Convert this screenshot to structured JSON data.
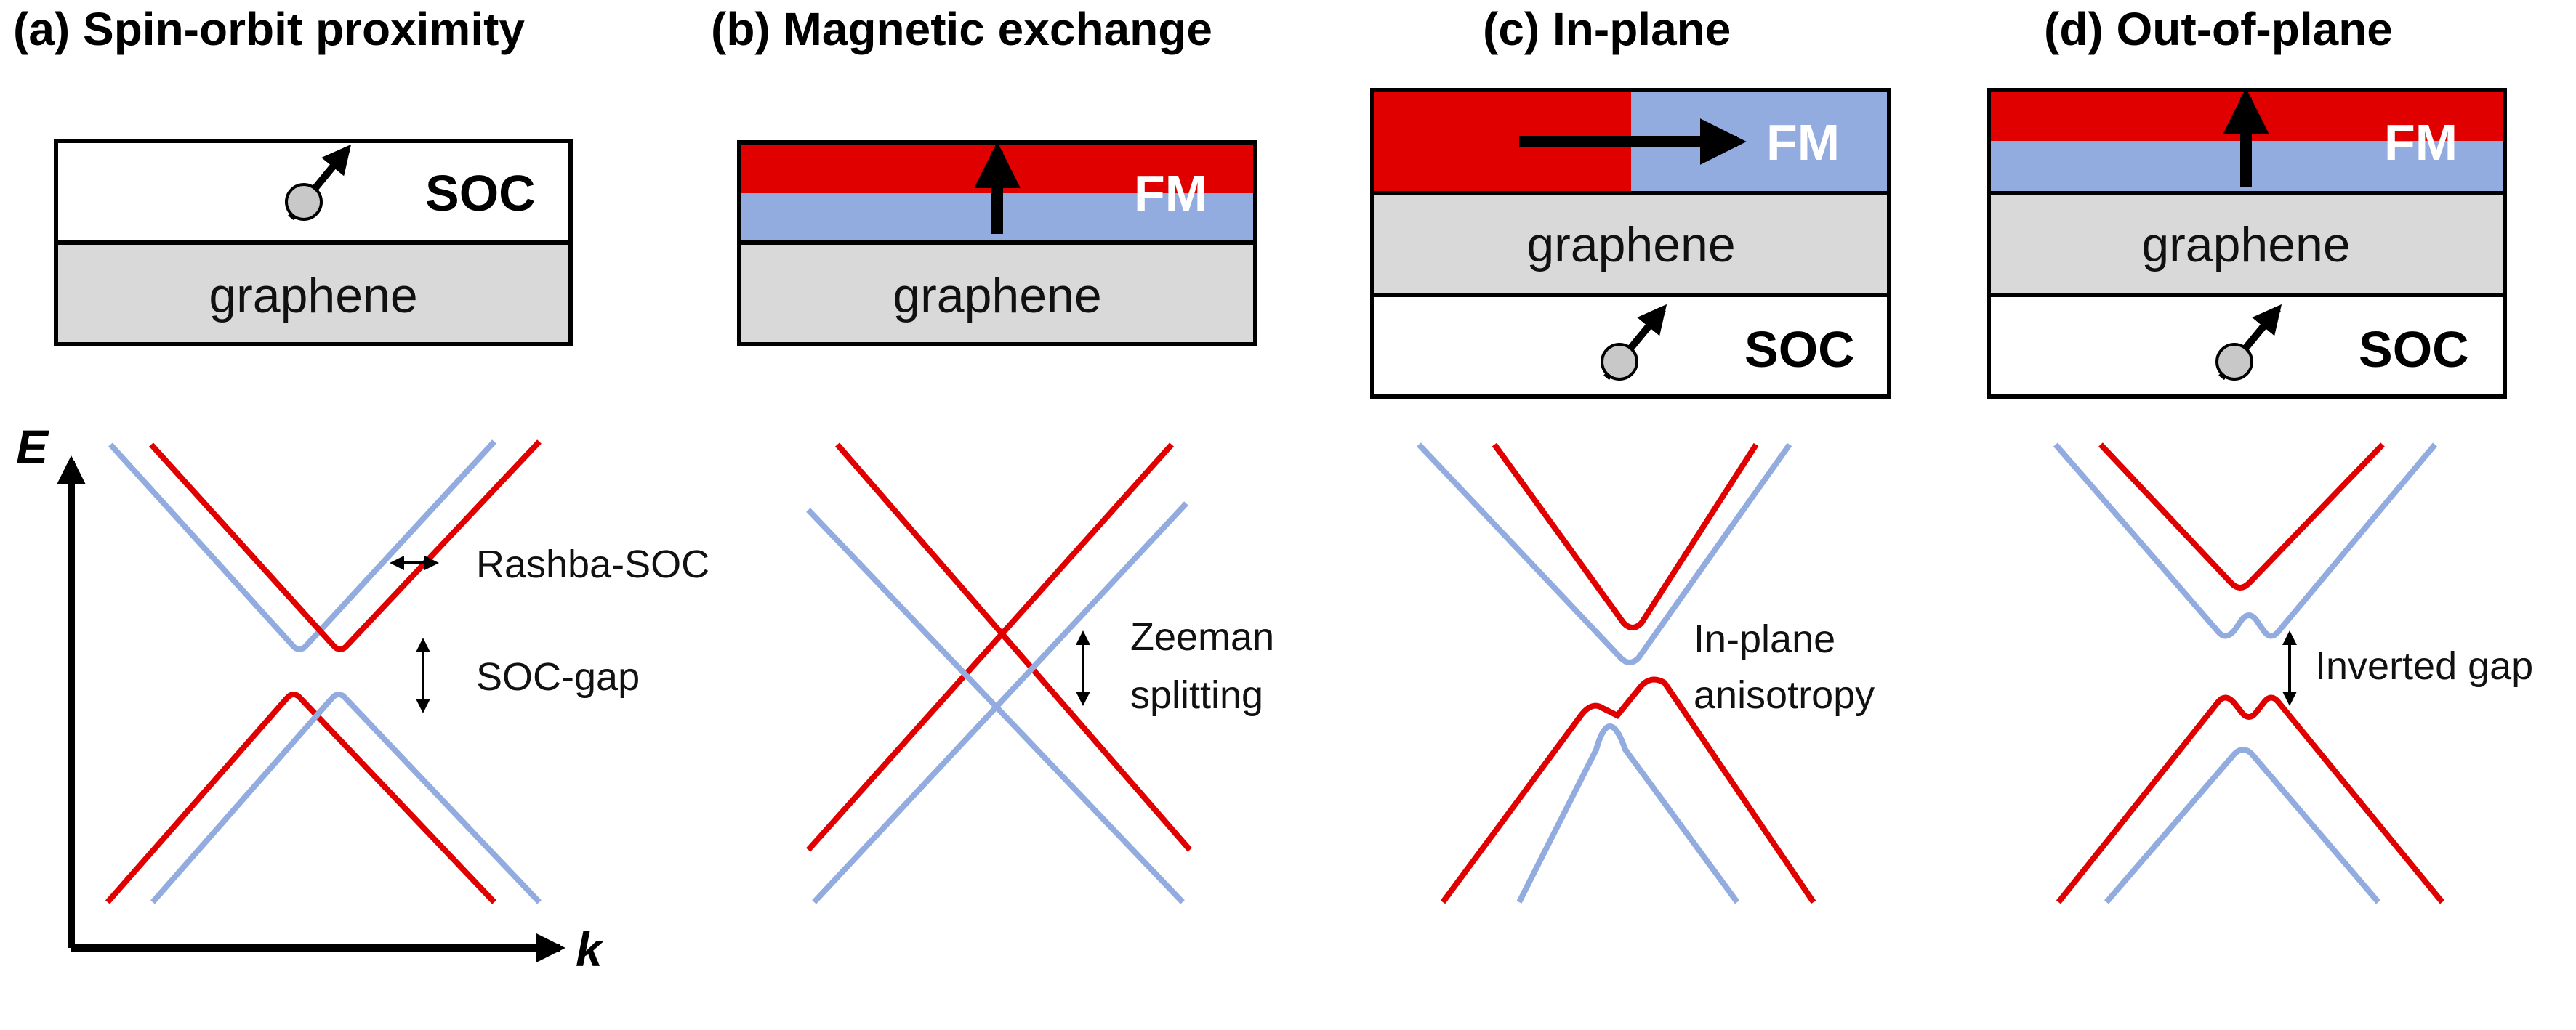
{
  "colors": {
    "red": "#e00000",
    "blue": "#93ace0",
    "graphene_gray": "#d9d9d9",
    "black": "#000000"
  },
  "panels": [
    {
      "title": "(a) Spin-orbit proximity",
      "layers": [
        "SOC",
        "graphene"
      ],
      "annotations": [
        "Rashba-SOC",
        "SOC-gap"
      ]
    },
    {
      "title": "(b) Magnetic exchange",
      "layers": [
        "FM",
        "graphene"
      ],
      "annotations": [
        "Zeeman",
        "splitting"
      ]
    },
    {
      "title": "(c) In-plane",
      "layers": [
        "FM",
        "graphene",
        "SOC"
      ],
      "annotations": [
        "In-plane",
        "anisotropy"
      ]
    },
    {
      "title": "(d) Out-of-plane",
      "layers": [
        "FM",
        "graphene",
        "SOC"
      ],
      "annotations": [
        "Inverted gap"
      ]
    }
  ],
  "axes": {
    "y": "E",
    "x": "k"
  }
}
